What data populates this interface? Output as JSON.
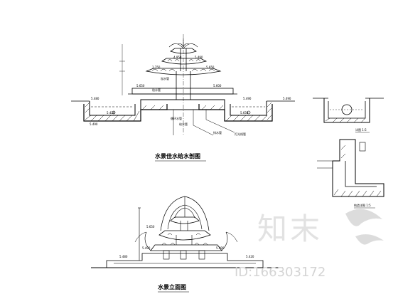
{
  "captions": {
    "section_title": "水景佳水给水剖图",
    "elevation_title": "水景立面图",
    "detail_scale_a": "详图 1:5",
    "detail_scale_b": "构造详图 1:5"
  },
  "section_labels": {
    "lev1": "5.480",
    "lev2": "1.750",
    "lev3": "5.650",
    "lev4": "4.950",
    "lev5": "5.490",
    "lev6": "5.650",
    "lev7": "5.600",
    "lev8": "5.490",
    "lev9": "5.490",
    "lev10": "5.420",
    "lev11": "5.650",
    "lev12": "5.490",
    "note1": "给水管",
    "note2": "溢水管",
    "note3": "循环水管",
    "note4": "给水管",
    "note5": "排水管",
    "note6": "灯光线管"
  },
  "elevation_labels": {
    "lev1": "5.480",
    "lev2": "5.490",
    "lev3": "5.490",
    "lev4": "5.650",
    "lev5": "5.420"
  },
  "watermark": {
    "brand": "知末",
    "id_text": "ID:166303172"
  }
}
